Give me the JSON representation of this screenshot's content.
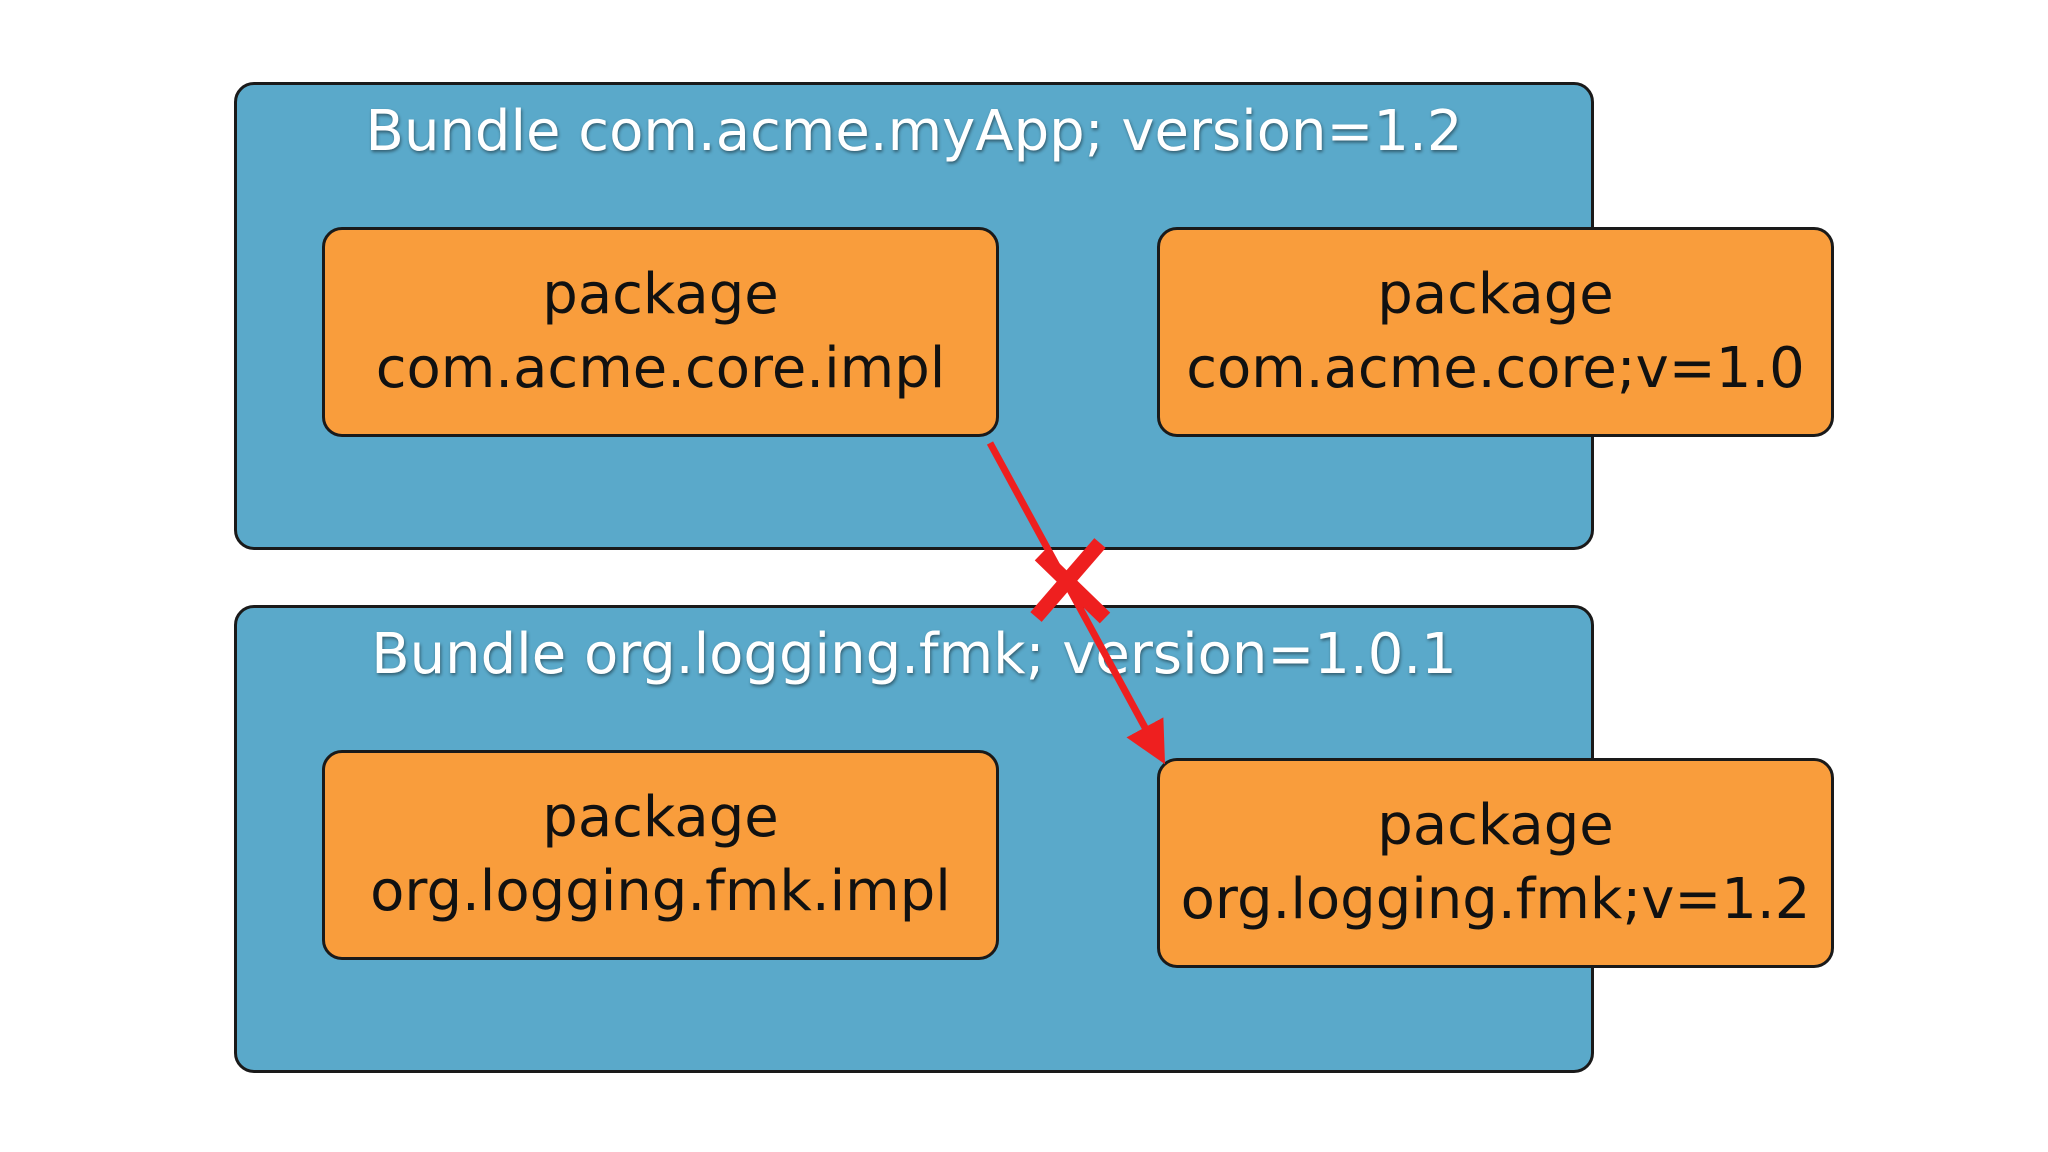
{
  "colors": {
    "bundle_fill": "#5aa9ca",
    "package_fill": "#f99d3c",
    "border": "#1a1a1a",
    "arrow": "#ee1f1f",
    "bundle_title_text": "#ffffff"
  },
  "bundles": [
    {
      "title": "Bundle com.acme.myApp; version=1.2",
      "packages": [
        {
          "line1": "package",
          "line2": "com.acme.core.impl"
        },
        {
          "line1": "package",
          "line2": "com.acme.core;v=1.0"
        }
      ]
    },
    {
      "title": "Bundle org.logging.fmk; version=1.0.1",
      "packages": [
        {
          "line1": "package",
          "line2": "org.logging.fmk.impl"
        },
        {
          "line1": "package",
          "line2": "org.logging.fmk;v=1.2"
        }
      ]
    }
  ],
  "dependency": {
    "from": "com.acme.core.impl",
    "to": "org.logging.fmk;v=1.2",
    "marker": "x",
    "icon": "cross-mark-icon"
  }
}
